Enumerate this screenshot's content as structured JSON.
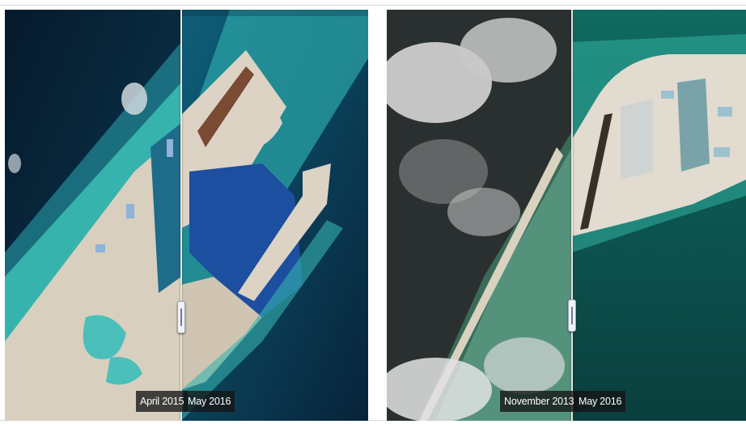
{
  "comparisons": [
    {
      "before_label": "April 2015",
      "after_label": "May 2016"
    },
    {
      "before_label": "November 2013",
      "after_label": "May 2016"
    }
  ],
  "colors": {
    "deep_ocean": "#0b2a3a",
    "lagoon": "#1d5aa0",
    "reef_turquoise": "#35b5b0",
    "sand": "#d9cfc0",
    "cloud": "#d8d8d8",
    "label_bg": "#141414"
  },
  "icons": {
    "slider_handle": "grip-handle-icon"
  }
}
